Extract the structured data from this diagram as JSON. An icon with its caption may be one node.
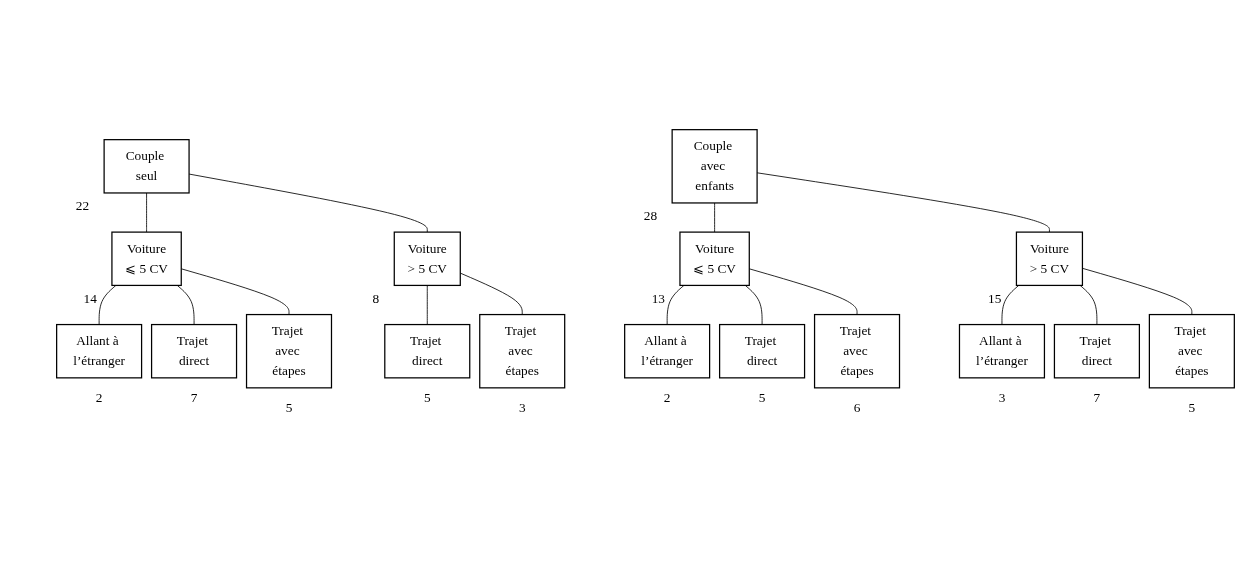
{
  "diagram": {
    "nodes": [
      {
        "text": [
          "Couple seul"
        ],
        "beside": [
          "22"
        ]
      },
      {
        "text": [
          "Voiture",
          "⩽ 5 CV"
        ],
        "beside": [
          "14"
        ]
      },
      {
        "text": [
          "Voiture",
          "> 5 CV"
        ],
        "beside": [
          "8"
        ]
      },
      {
        "text": [
          "Allant à l’étranger"
        ],
        "beside": [
          "2"
        ]
      },
      {
        "text": [
          "Trajet direct"
        ],
        "beside": [
          "7"
        ]
      },
      {
        "text": [
          "Trajet avec étapes"
        ],
        "beside": [
          "5"
        ]
      },
      {
        "text": [
          "Trajet direct"
        ],
        "beside": [
          "5"
        ]
      },
      {
        "text": [
          "Trajet avec étapes"
        ],
        "beside": [
          "3"
        ]
      },
      {
        "text": [
          "Couple avec enfants"
        ],
        "beside": [
          "28"
        ]
      },
      {
        "text": [
          "Voiture",
          "⩽ 5 CV"
        ],
        "beside": [
          "13"
        ]
      },
      {
        "text": [
          "Voiture",
          "> 5 CV"
        ],
        "beside": [
          "15"
        ]
      },
      {
        "text": [
          "Allant à l’étranger"
        ],
        "beside": [
          "2"
        ]
      },
      {
        "text": [
          "Trajet direct"
        ],
        "beside": [
          "5"
        ]
      },
      {
        "text": [
          "Trajet avec étapes"
        ],
        "beside": [
          "6"
        ]
      },
      {
        "text": [
          "Allant à l’étranger"
        ],
        "beside": [
          "3"
        ]
      },
      {
        "text": [
          "Trajet direct"
        ],
        "beside": [
          "7"
        ]
      },
      {
        "text": [
          "Trajet avec étapes"
        ],
        "beside": [
          "5"
        ]
      }
    ],
    "edges": [
      {
        "from": 0,
        "to": 1,
        "arrow": "none"
      },
      {
        "from": 0,
        "to": 2,
        "arrow": "none"
      },
      {
        "from": 1,
        "to": 3,
        "arrow": "none"
      },
      {
        "from": 1,
        "to": 4,
        "arrow": "none"
      },
      {
        "from": 1,
        "to": 5,
        "arrow": "none"
      },
      {
        "from": 2,
        "to": 6,
        "arrow": "none"
      },
      {
        "from": 2,
        "to": 7,
        "arrow": "none"
      },
      {
        "from": 8,
        "to": 9,
        "arrow": "none"
      },
      {
        "from": 8,
        "to": 10,
        "arrow": "none"
      },
      {
        "from": 9,
        "to": 11,
        "arrow": "none"
      },
      {
        "from": 9,
        "to": 12,
        "arrow": "none"
      },
      {
        "from": 9,
        "to": 13,
        "arrow": "none"
      },
      {
        "from": 10,
        "to": 14,
        "arrow": "none"
      },
      {
        "from": 10,
        "to": 15,
        "arrow": "none"
      },
      {
        "from": 10,
        "to": 16,
        "arrow": "none"
      }
    ]
  }
}
